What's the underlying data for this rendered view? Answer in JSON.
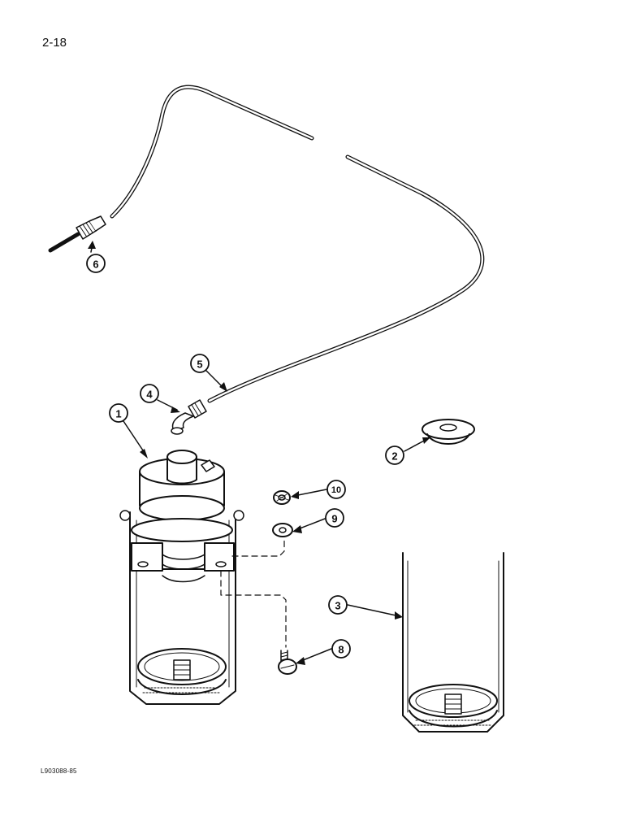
{
  "page": {
    "page_number": "2-18",
    "drawing_id": "L903088-85"
  },
  "callouts": [
    {
      "id": "1",
      "label": "1"
    },
    {
      "id": "2",
      "label": "2"
    },
    {
      "id": "3",
      "label": "3"
    },
    {
      "id": "4",
      "label": "4"
    },
    {
      "id": "5",
      "label": "5"
    },
    {
      "id": "6",
      "label": "6"
    },
    {
      "id": "8",
      "label": "8"
    },
    {
      "id": "9",
      "label": "9"
    },
    {
      "id": "10",
      "label": "10"
    }
  ],
  "colors": {
    "ink": "#111111",
    "paper": "#ffffff"
  }
}
